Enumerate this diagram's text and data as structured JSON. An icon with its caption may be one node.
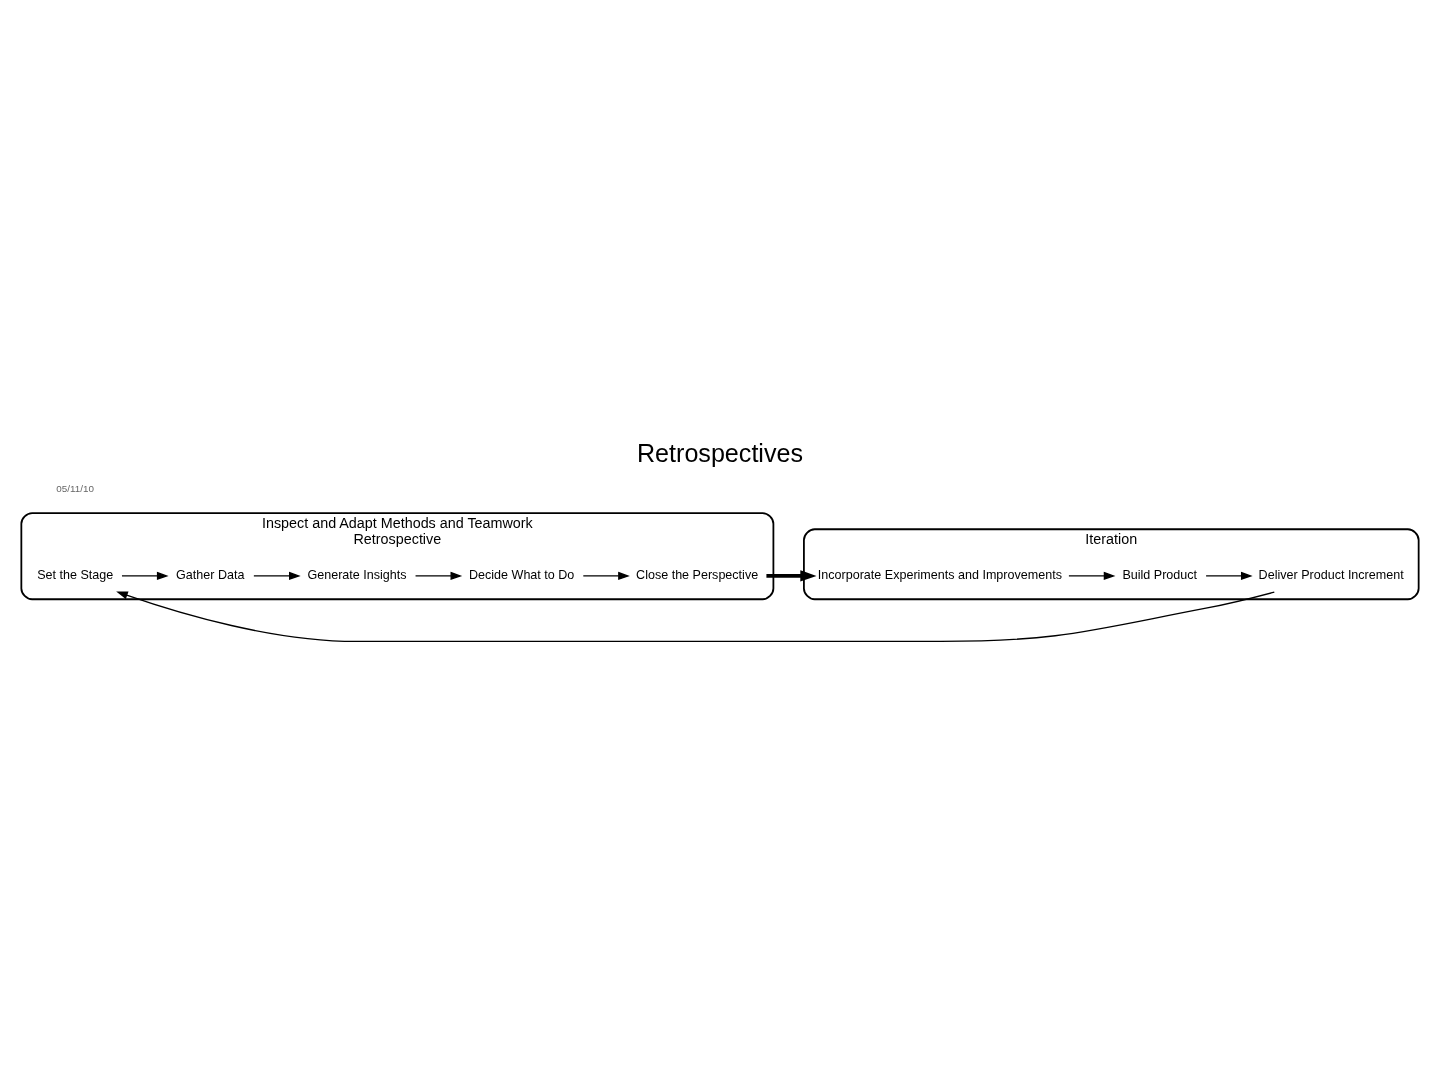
{
  "diagram": {
    "title": "Retrospectives",
    "nodes": [
      {
        "text": [
          "Iteration"
        ]
      },
      {
        "text": [
          "Deliver Product Increment"
        ],
        "in": 0
      },
      {
        "text": [
          "Build Product"
        ],
        "in": 0
      },
      {
        "text": [
          "Incorporate Experiments and Improvements"
        ],
        "in": 0
      },
      {
        "text": [
          "Inspect and Adapt Methods and Teamwork",
          "Retrospective"
        ]
      },
      {
        "text": [
          "Close the Perspective"
        ],
        "in": 4
      },
      {
        "text": [
          "Decide What to Do"
        ],
        "in": 4
      },
      {
        "text": [
          "Set the Stage"
        ],
        "in": 4
      },
      {
        "text": [
          "Gather Data"
        ],
        "in": 4
      },
      {
        "text": [
          "Generate Insights"
        ],
        "in": 4
      }
    ],
    "edges": [
      {
        "from": 2,
        "to": 1,
        "arrow": "to"
      },
      {
        "from": 1,
        "to": 7,
        "arrow": "to"
      },
      {
        "from": 7,
        "to": 8,
        "arrow": "to"
      },
      {
        "from": 8,
        "to": 9,
        "arrow": "to"
      },
      {
        "from": 9,
        "to": 6,
        "arrow": "to"
      },
      {
        "from": 6,
        "to": 5,
        "arrow": "to"
      },
      {
        "from": 5,
        "to": 3,
        "arrow": "to",
        "style": "thick"
      },
      {
        "from": 3,
        "to": 2,
        "arrow": "to"
      }
    ],
    "labels": [
      "05/11/10"
    ]
  }
}
